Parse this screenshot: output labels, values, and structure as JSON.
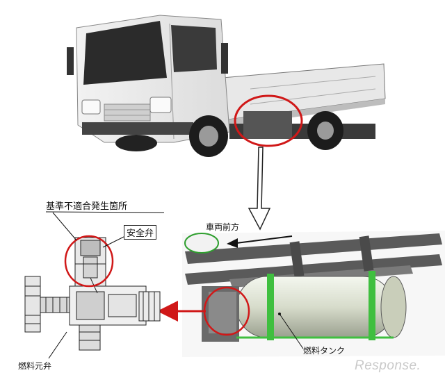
{
  "labels": {
    "defect_location": "基準不適合発生箇所",
    "safety_valve": "安全弁",
    "vehicle_front": "車両前方",
    "fuel_tank": "燃料タンク",
    "fuel_main_valve": "燃料元弁"
  },
  "watermark": "Response.",
  "colors": {
    "highlight_red": "#d01818",
    "tank_green": "#3fbf3f",
    "chassis_gray": "#5a5a5a"
  }
}
